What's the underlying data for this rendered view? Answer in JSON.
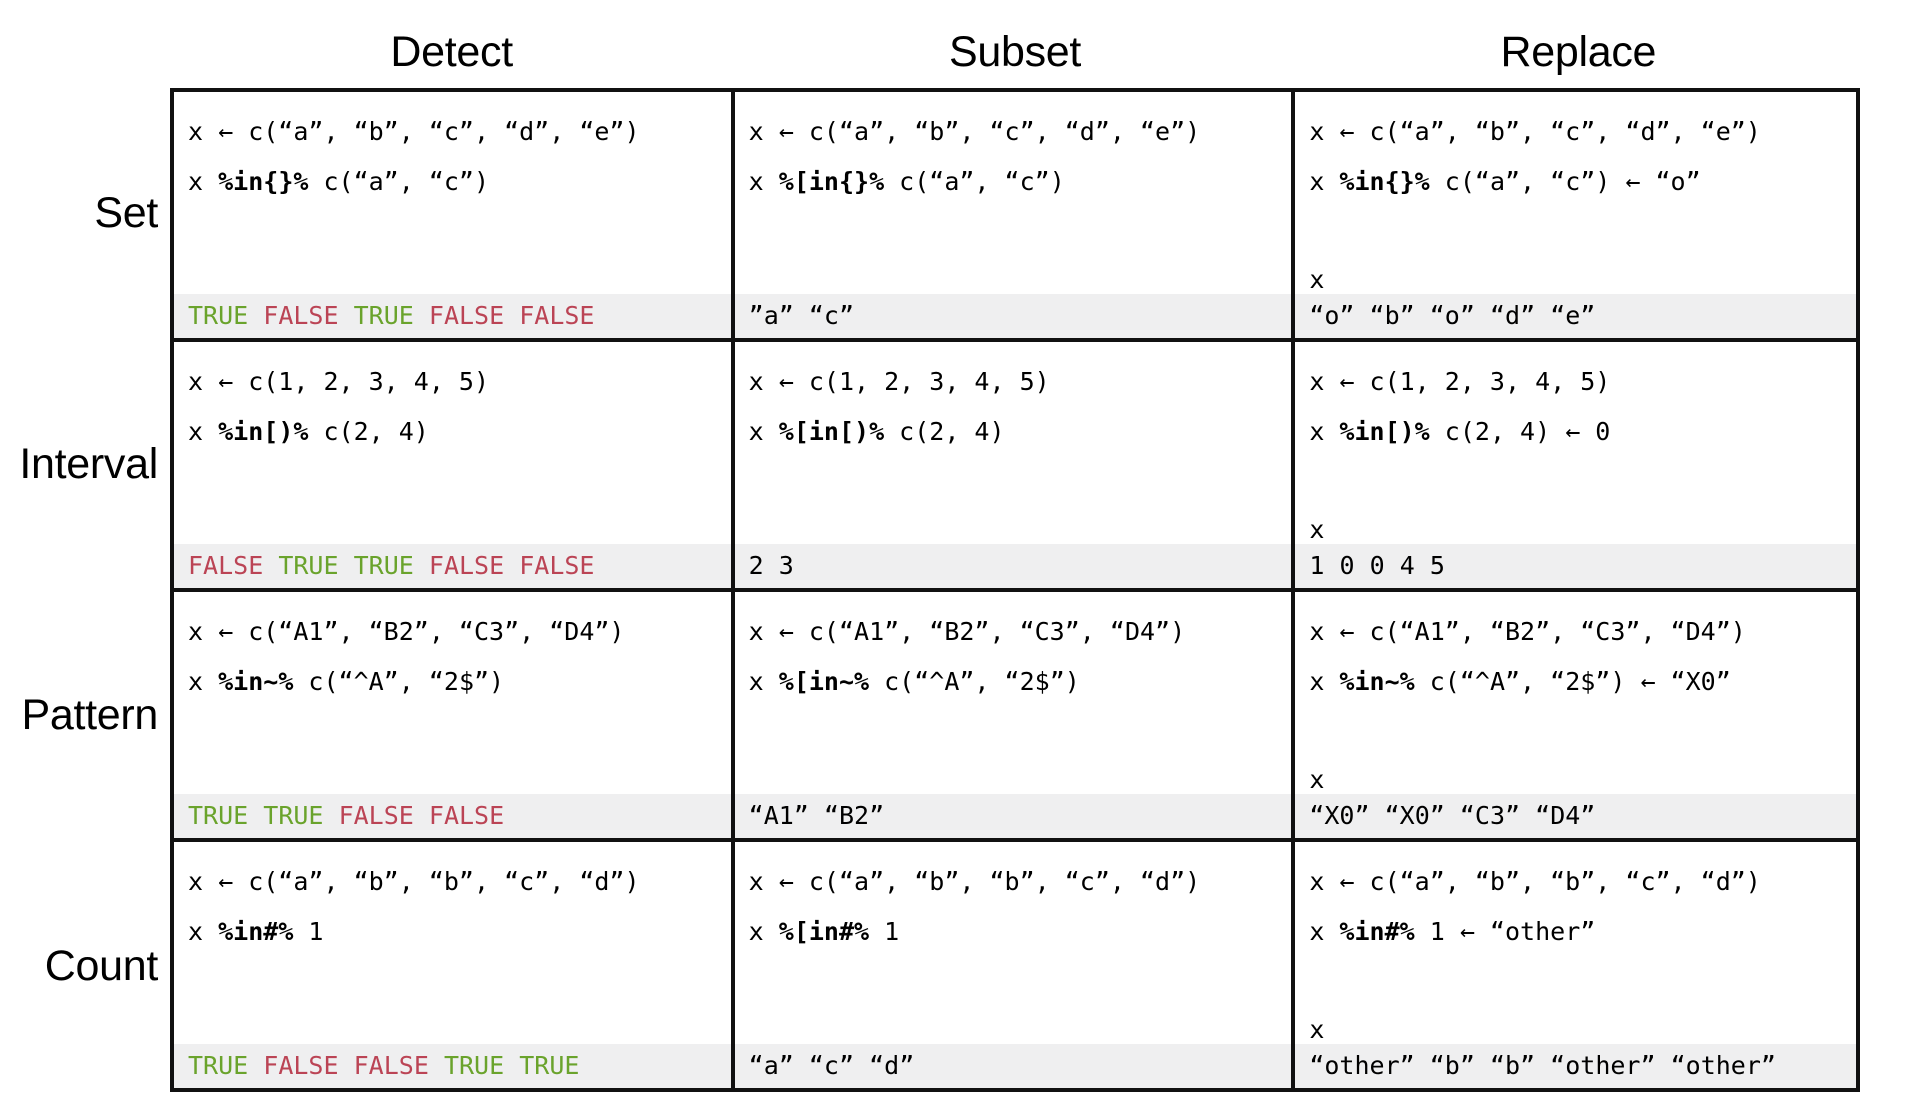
{
  "colors": {
    "true_green": "#6aa32c",
    "false_red": "#bb4455",
    "output_band_bg": "#efeff0",
    "border": "#111111",
    "text": "#000000"
  },
  "columns": [
    {
      "label": "Detect"
    },
    {
      "label": "Subset"
    },
    {
      "label": "Replace"
    }
  ],
  "rows": [
    {
      "label": "Set"
    },
    {
      "label": "Interval"
    },
    {
      "label": "Pattern"
    },
    {
      "label": "Count"
    }
  ],
  "cells": {
    "set": {
      "detect": {
        "assign": "x ← c(“a”, “b”, “c”, “d”, “e”)",
        "call_pre": "x ",
        "call_op": "%in{}%",
        "call_post": " c(“a”, “c”)",
        "echo": "",
        "output_tokens": [
          {
            "text": "TRUE",
            "kind": "true"
          },
          {
            "text": "FALSE",
            "kind": "false"
          },
          {
            "text": "TRUE",
            "kind": "true"
          },
          {
            "text": "FALSE",
            "kind": "false"
          },
          {
            "text": "FALSE",
            "kind": "false"
          }
        ]
      },
      "subset": {
        "assign": "x ← c(“a”, “b”, “c”, “d”, “e”)",
        "call_pre": "x ",
        "call_op": "%[in{}%",
        "call_post": " c(“a”, “c”)",
        "echo": "",
        "output_tokens": [
          {
            "text": "”a”",
            "kind": "plain"
          },
          {
            "text": "“c”",
            "kind": "plain"
          }
        ]
      },
      "replace": {
        "assign": "x ← c(“a”, “b”, “c”, “d”, “e”)",
        "call_pre": "x ",
        "call_op": "%in{}%",
        "call_post": " c(“a”, “c”) ← “o”",
        "echo": "x",
        "output_tokens": [
          {
            "text": "“o”",
            "kind": "plain"
          },
          {
            "text": "“b”",
            "kind": "plain"
          },
          {
            "text": "“o”",
            "kind": "plain"
          },
          {
            "text": "“d”",
            "kind": "plain"
          },
          {
            "text": "“e”",
            "kind": "plain"
          }
        ]
      }
    },
    "interval": {
      "detect": {
        "assign": "x ← c(1, 2, 3, 4, 5)",
        "call_pre": "x ",
        "call_op": "%in[)%",
        "call_post": " c(2, 4)",
        "echo": "",
        "output_tokens": [
          {
            "text": "FALSE",
            "kind": "false"
          },
          {
            "text": "TRUE",
            "kind": "true"
          },
          {
            "text": "TRUE",
            "kind": "true"
          },
          {
            "text": "FALSE",
            "kind": "false"
          },
          {
            "text": "FALSE",
            "kind": "false"
          }
        ]
      },
      "subset": {
        "assign": "x ← c(1, 2, 3, 4, 5)",
        "call_pre": "x ",
        "call_op": "%[in[)%",
        "call_post": " c(2, 4)",
        "echo": "",
        "output_tokens": [
          {
            "text": "2",
            "kind": "plain"
          },
          {
            "text": "3",
            "kind": "plain"
          }
        ]
      },
      "replace": {
        "assign": "x ← c(1, 2, 3, 4, 5)",
        "call_pre": "x ",
        "call_op": "%in[)%",
        "call_post": " c(2, 4) ← 0",
        "echo": "x",
        "output_tokens": [
          {
            "text": "1",
            "kind": "plain"
          },
          {
            "text": "0",
            "kind": "plain"
          },
          {
            "text": "0",
            "kind": "plain"
          },
          {
            "text": "4",
            "kind": "plain"
          },
          {
            "text": "5",
            "kind": "plain"
          }
        ]
      }
    },
    "pattern": {
      "detect": {
        "assign": "x ← c(“A1”, “B2”, “C3”, “D4”)",
        "call_pre": "x ",
        "call_op": "%in~%",
        "call_post": " c(“^A”, “2$”)",
        "echo": "",
        "output_tokens": [
          {
            "text": "TRUE",
            "kind": "true"
          },
          {
            "text": "TRUE",
            "kind": "true"
          },
          {
            "text": "FALSE",
            "kind": "false"
          },
          {
            "text": "FALSE",
            "kind": "false"
          }
        ]
      },
      "subset": {
        "assign": "x ← c(“A1”, “B2”, “C3”, “D4”)",
        "call_pre": "x ",
        "call_op": "%[in~%",
        "call_post": " c(“^A”, “2$”)",
        "echo": "",
        "output_tokens": [
          {
            "text": "“A1”",
            "kind": "plain"
          },
          {
            "text": "“B2”",
            "kind": "plain"
          }
        ]
      },
      "replace": {
        "assign": "x ← c(“A1”, “B2”, “C3”, “D4”)",
        "call_pre": "x ",
        "call_op": "%in~%",
        "call_post": " c(“^A”, “2$”) ← “X0”",
        "echo": "x",
        "output_tokens": [
          {
            "text": "“X0”",
            "kind": "plain"
          },
          {
            "text": "“X0”",
            "kind": "plain"
          },
          {
            "text": "“C3”",
            "kind": "plain"
          },
          {
            "text": "“D4”",
            "kind": "plain"
          }
        ]
      }
    },
    "count": {
      "detect": {
        "assign": "x ← c(“a”, “b”, “b”, “c”, “d”)",
        "call_pre": "x ",
        "call_op": "%in#%",
        "call_post": " 1",
        "echo": "",
        "output_tokens": [
          {
            "text": "TRUE",
            "kind": "true"
          },
          {
            "text": "FALSE",
            "kind": "false"
          },
          {
            "text": "FALSE",
            "kind": "false"
          },
          {
            "text": "TRUE",
            "kind": "true"
          },
          {
            "text": "TRUE",
            "kind": "true"
          }
        ]
      },
      "subset": {
        "assign": "x ← c(“a”, “b”, “b”, “c”, “d”)",
        "call_pre": "x ",
        "call_op": "%[in#%",
        "call_post": " 1",
        "echo": "",
        "output_tokens": [
          {
            "text": "“a”",
            "kind": "plain"
          },
          {
            "text": "“c”",
            "kind": "plain"
          },
          {
            "text": "“d”",
            "kind": "plain"
          }
        ]
      },
      "replace": {
        "assign": "x ← c(“a”, “b”, “b”, “c”, “d”)",
        "call_pre": "x ",
        "call_op": "%in#%",
        "call_post": " 1 ← “other”",
        "echo": "x",
        "output_tokens": [
          {
            "text": "“other”",
            "kind": "plain"
          },
          {
            "text": "“b”",
            "kind": "plain"
          },
          {
            "text": "“b”",
            "kind": "plain"
          },
          {
            "text": "“other”",
            "kind": "plain"
          },
          {
            "text": "“other”",
            "kind": "plain"
          }
        ]
      }
    }
  }
}
